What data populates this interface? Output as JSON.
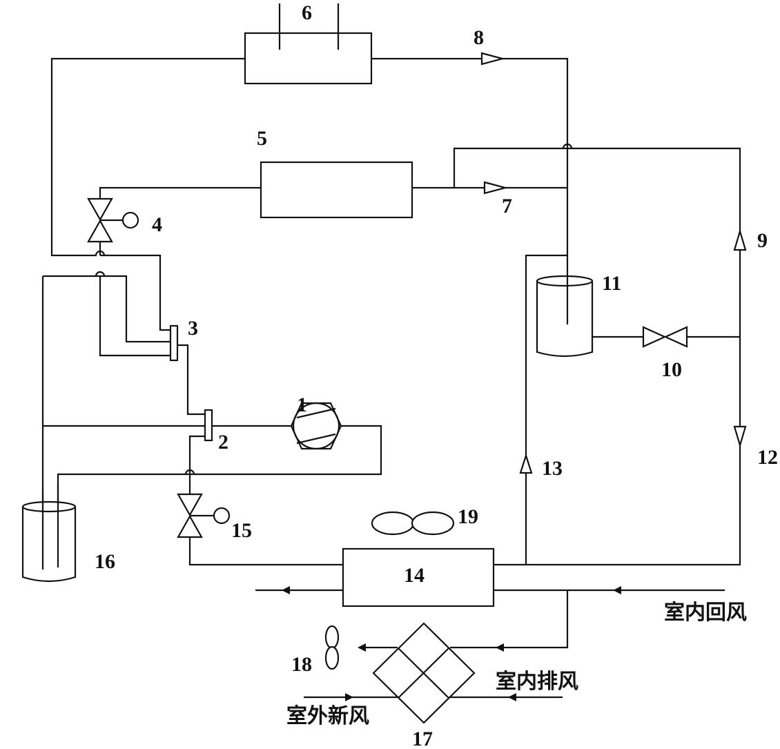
{
  "components": {
    "compressor": "1",
    "four_way_valve_a": "2",
    "four_way_valve_b": "3",
    "expansion_valve_4": "4",
    "heat_exchanger_5": "5",
    "heat_exchanger_6": "6",
    "check_valve_7": "7",
    "check_valve_8": "8",
    "check_valve_9": "9",
    "throttle_valve_10": "10",
    "receiver_11": "11",
    "check_valve_12": "12",
    "check_valve_13": "13",
    "heat_exchanger_14": "14",
    "expansion_valve_15": "15",
    "accumulator_16": "16",
    "heat_recovery_17": "17",
    "fan_18": "18",
    "fan_19": "19"
  },
  "airflows": {
    "indoor_return_air": "室内回风",
    "indoor_exhaust_air": "室内排风",
    "outdoor_fresh_air": "室外新风"
  }
}
